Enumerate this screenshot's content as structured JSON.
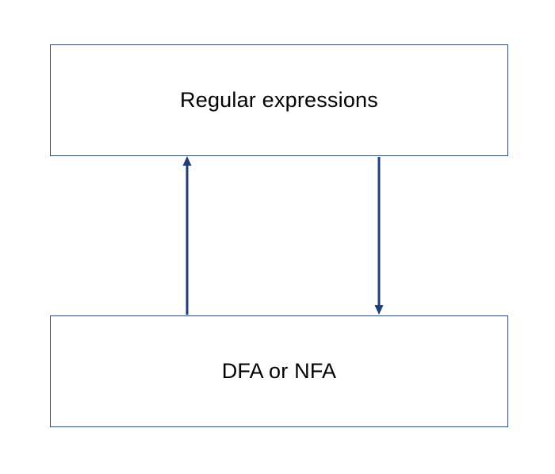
{
  "diagram": {
    "top_box": {
      "label": "Regular expressions"
    },
    "bottom_box": {
      "label": "DFA or NFA"
    },
    "edges": [
      {
        "from": "bottom_box",
        "to": "top_box"
      },
      {
        "from": "top_box",
        "to": "bottom_box"
      }
    ],
    "colors": {
      "box_border": "#2f4a7a",
      "arrow": "#1f3f7a",
      "text": "#000000",
      "background": "#ffffff"
    }
  }
}
